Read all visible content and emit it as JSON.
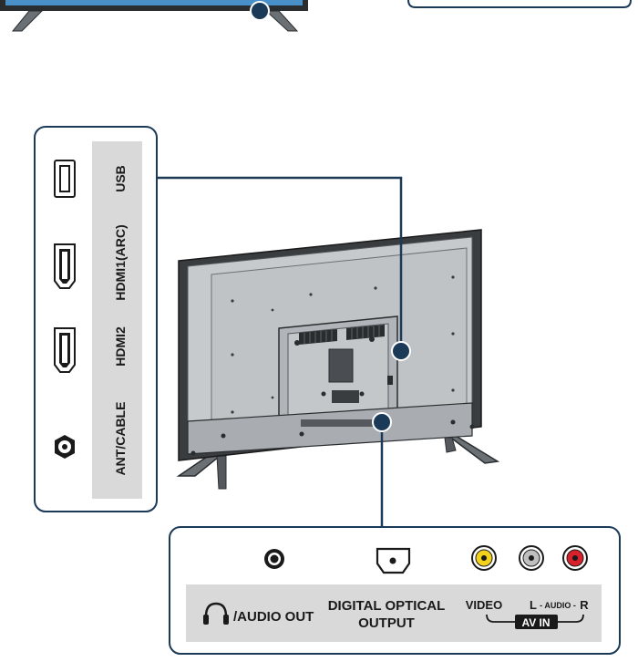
{
  "colors": {
    "callout_blue": "#1b3a57",
    "panel_border": "#1b3a57",
    "label_strip": "#d9d9d9",
    "tv_frame": "#3a3d40",
    "tv_back": "#c7cacd",
    "video_jack": "#f2d21b",
    "audio_left_jack": "#bfbfbf",
    "audio_right_jack": "#d8212a"
  },
  "side_panel": {
    "ports": [
      {
        "label": "USB",
        "icon": "usb-port-icon"
      },
      {
        "label": "HDMI1(ARC)",
        "icon": "hdmi-port-icon"
      },
      {
        "label": "HDMI2",
        "icon": "hdmi-port-icon"
      },
      {
        "label": "ANT/CABLE",
        "icon": "coax-port-icon"
      }
    ]
  },
  "bottom_panel": {
    "audio_out_label": "/AUDIO OUT",
    "audio_out_icon": "headphones-icon",
    "optical_line1": "DIGITAL OPTICAL",
    "optical_line2": "OUTPUT",
    "video_label": "VIDEO",
    "audio_l": "L",
    "audio_mid": "- AUDIO -",
    "audio_r": "R",
    "av_in_label": "AV IN"
  }
}
